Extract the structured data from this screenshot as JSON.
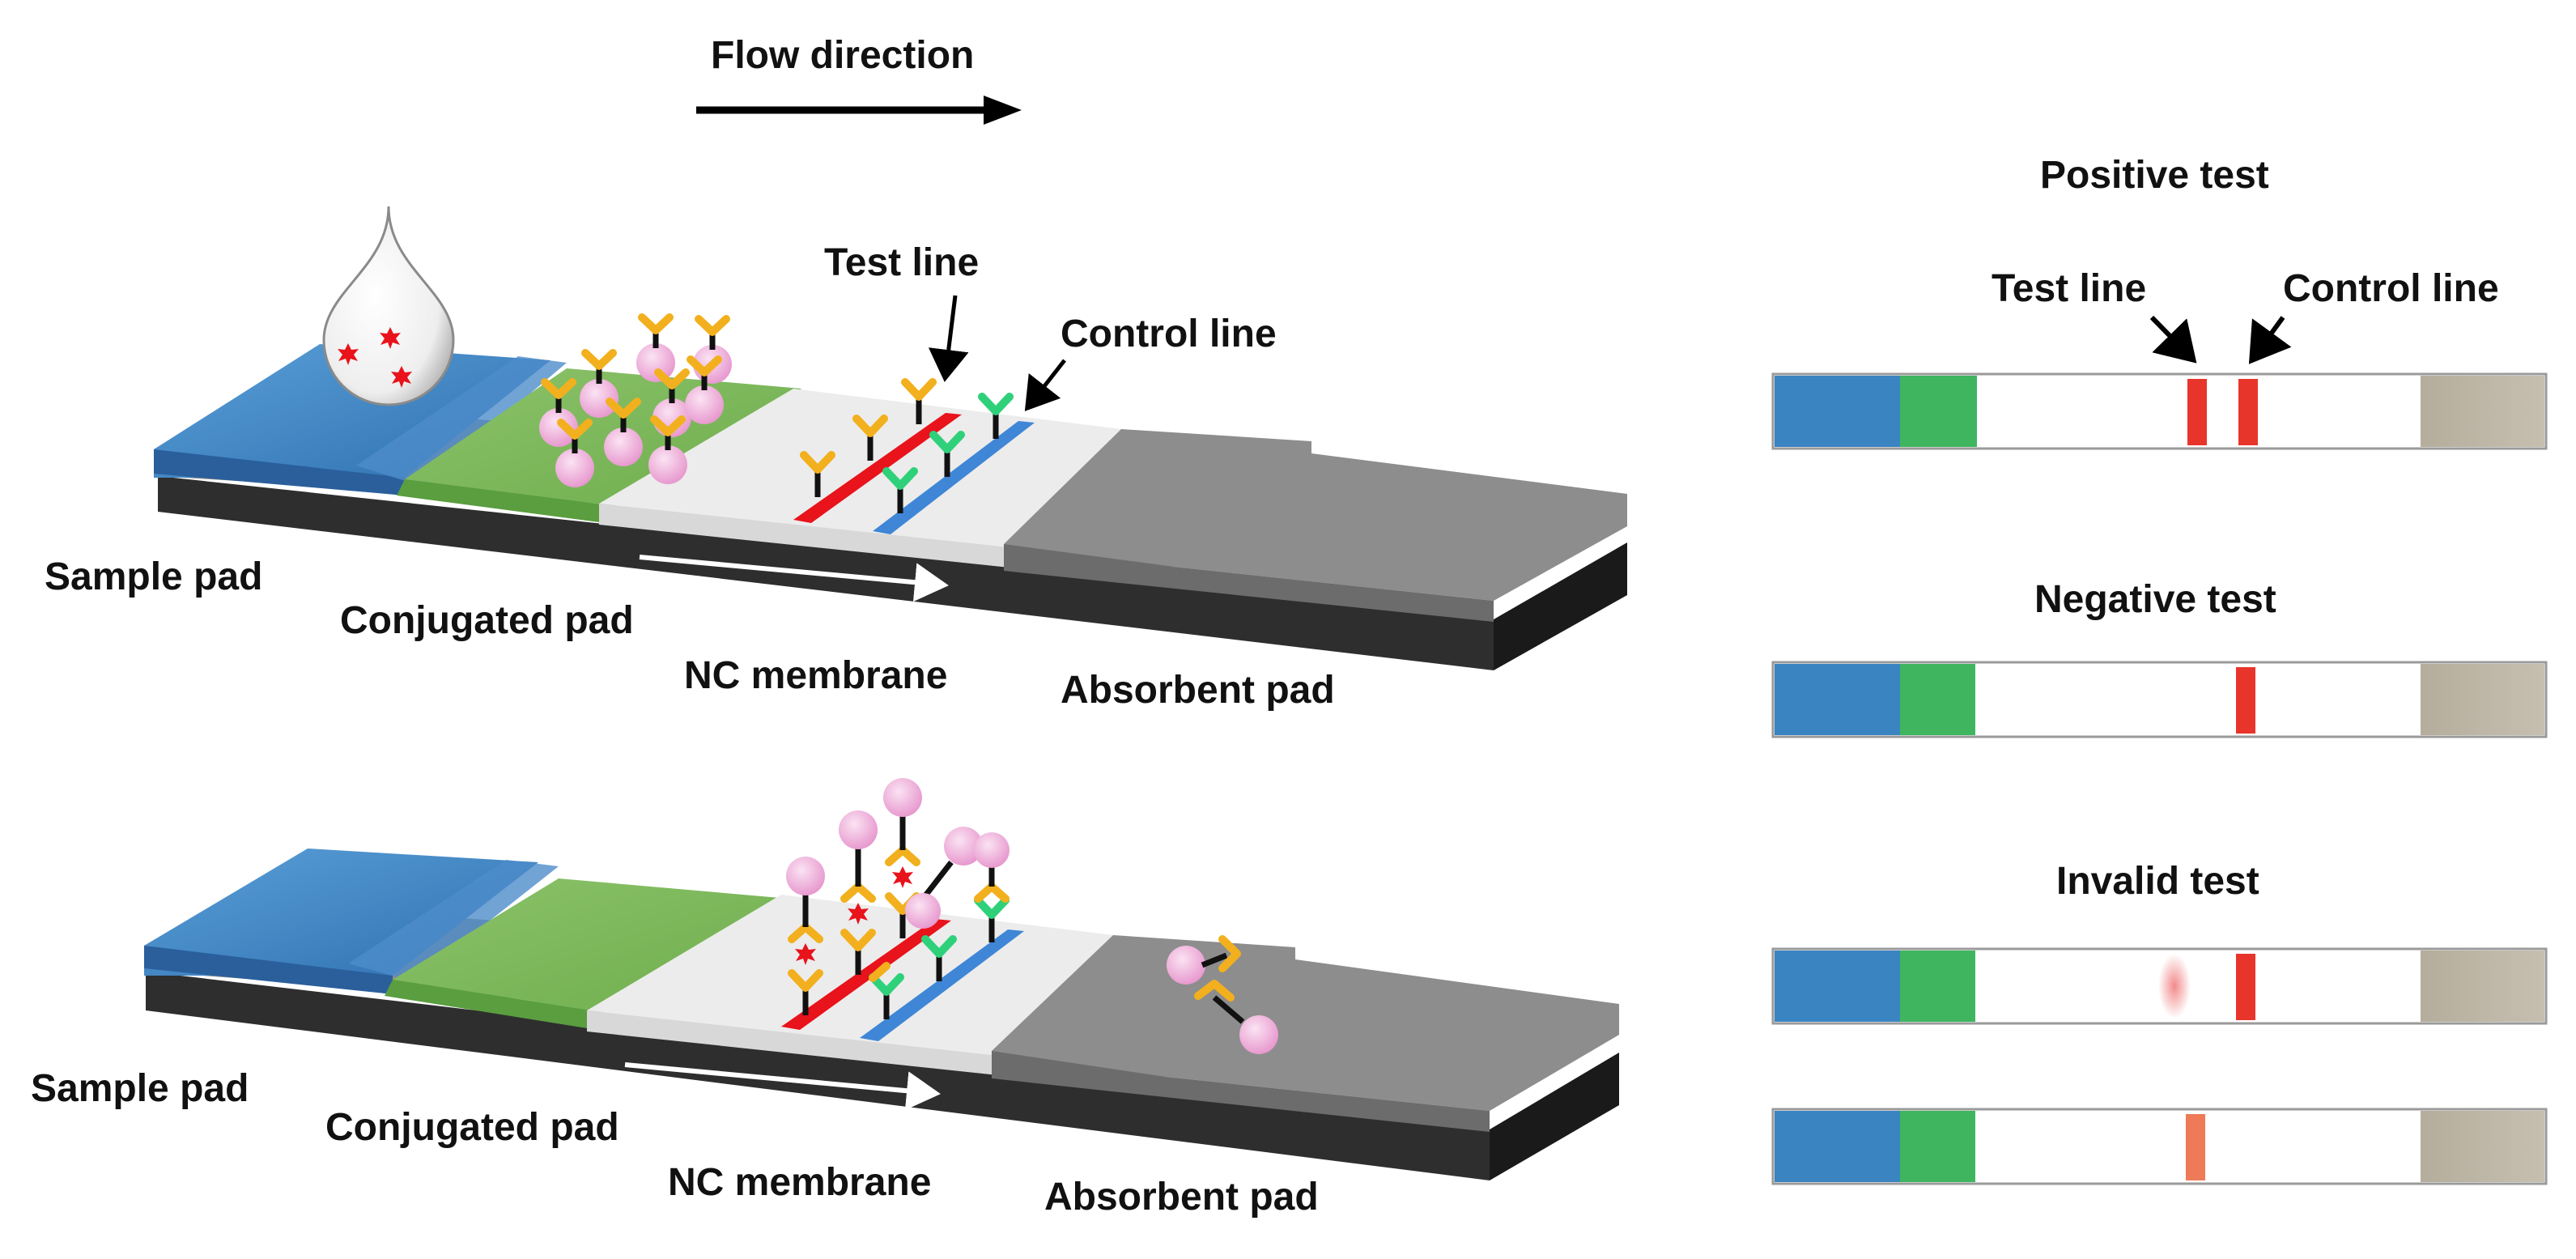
{
  "flow": {
    "label": "Flow direction"
  },
  "strips": [
    {
      "labels": {
        "sample_pad": "Sample pad",
        "conjugated_pad": "Conjugated pad",
        "nc_membrane": "NC membrane",
        "absorbent_pad": "Absorbent pad",
        "test_line": "Test line",
        "control_line": "Control line"
      }
    },
    {
      "labels": {
        "sample_pad": "Sample pad",
        "conjugated_pad": "Conjugated pad",
        "nc_membrane": "NC membrane",
        "absorbent_pad": "Absorbent pad"
      }
    }
  ],
  "results": {
    "positive": {
      "title": "Positive test",
      "test_line_label": "Test line",
      "control_line_label": "Control line"
    },
    "negative": {
      "title": "Negative test"
    },
    "invalid": {
      "title": "Invalid test"
    }
  },
  "colors": {
    "sample_pad": "#3b84c2",
    "conjugate_pad": "#3fb55f",
    "absorbent_pad": "#bdb6a6",
    "test_line": "#e8352b",
    "control_line": "#3f86d6",
    "capture_antibody": "#f2b01e",
    "control_antibody": "#2ed17a",
    "gold_particle": "#f2b6dc",
    "analyte": "#e8131b"
  }
}
